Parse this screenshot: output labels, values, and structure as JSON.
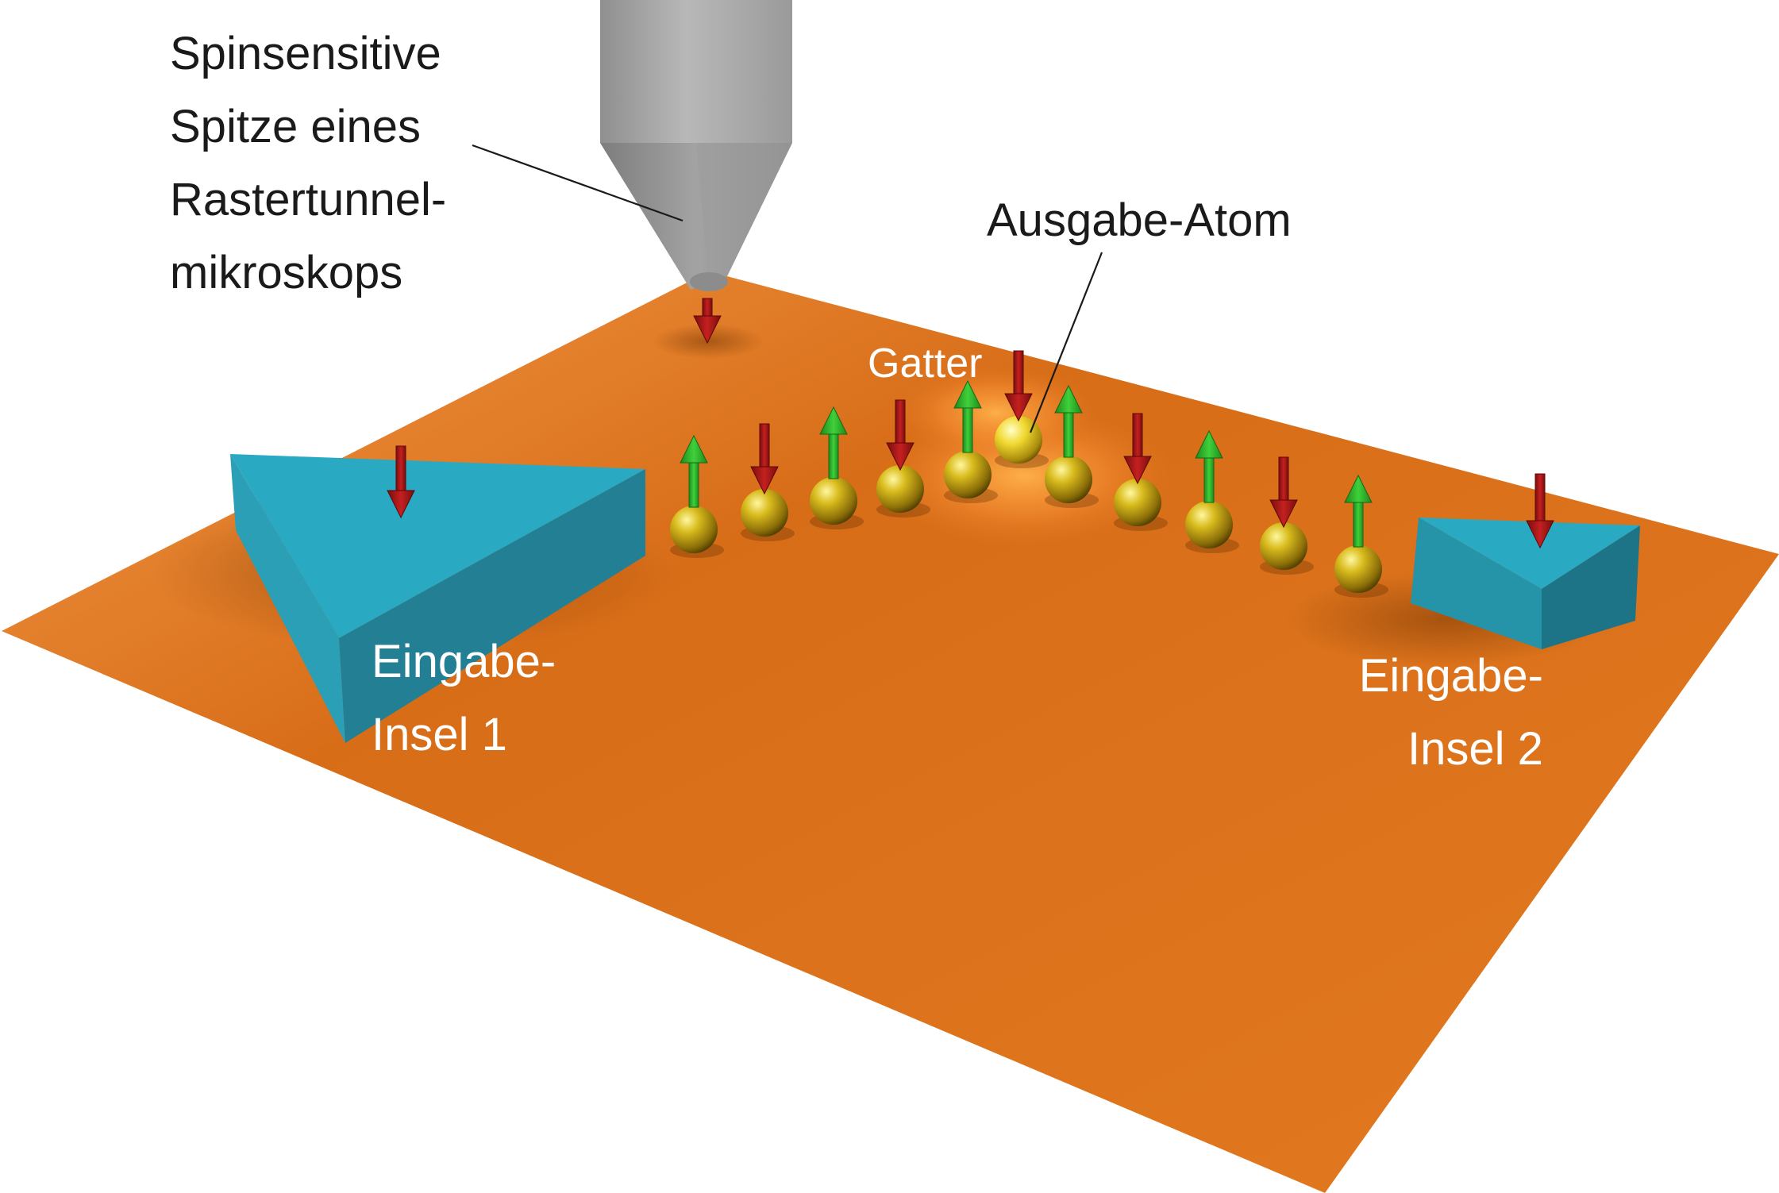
{
  "labels": {
    "tip": {
      "line1": "Spinsensitive",
      "line2": "Spitze eines",
      "line3": "Rastertunnel-",
      "line4": "mikroskops"
    },
    "output_atom": "Ausgabe-Atom",
    "gate": "Gatter",
    "island1": {
      "line1": "Eingabe-",
      "line2": "Insel 1"
    },
    "island2": {
      "line1": "Eingabe-",
      "line2": "Insel 2"
    }
  },
  "atom_chain": {
    "atom_count": 11,
    "spin_directions": [
      "up",
      "down",
      "up",
      "down",
      "up",
      "down",
      "up",
      "down",
      "up",
      "down",
      "up"
    ],
    "gate_atom": 4,
    "output_atom": 5
  },
  "spins": {
    "tip": "down",
    "island1": "down",
    "island2": "down"
  },
  "colors": {
    "surface": "#e0761e",
    "surface_light": "#f3963e",
    "surface_dark": "#b85c12",
    "island_top": "#2aa9c2",
    "island_front": "#248da2",
    "island_side": "#1d7486",
    "atom": "#c9a90f",
    "spin_up": "#2fb32a",
    "spin_down": "#a51414",
    "tip_body": "#a6a6a6",
    "tip_cone": "#8e8e8e"
  }
}
